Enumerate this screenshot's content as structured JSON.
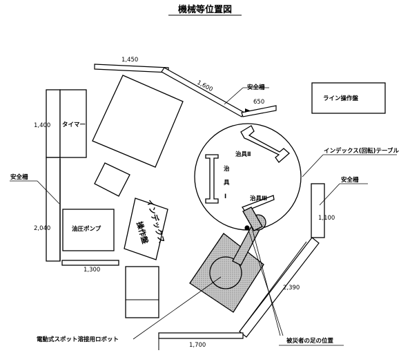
{
  "title": "機械等位置図",
  "dimensions": {
    "top_left": "1,450",
    "top_diag": "1,600",
    "top_right": "650",
    "left_upper": "1,400",
    "left_lower": "2,040",
    "bottom_left": "1,300",
    "right_box": "1,100",
    "right_diag": "2,390",
    "bottom_right": "1,700"
  },
  "labels": {
    "timer": "タイマー",
    "hydraulic_pump": "油圧ポンプ",
    "index_panel_lines": [
      "インデックス",
      "操作盤"
    ],
    "line_panel": "ライン操作盤",
    "safety_fence_top": "安全柵",
    "safety_fence_left": "安全柵",
    "safety_fence_right": "安全柵",
    "index_table": "インデックス(回転)テーブル",
    "jig_1_chars": [
      "治",
      "具",
      "Ⅰ"
    ],
    "jig_2": "治具Ⅱ",
    "jig_3": "治具Ⅲ",
    "robot": "電動式スポット溶接用ロボット",
    "victim_feet": "被災者の足の位置"
  }
}
